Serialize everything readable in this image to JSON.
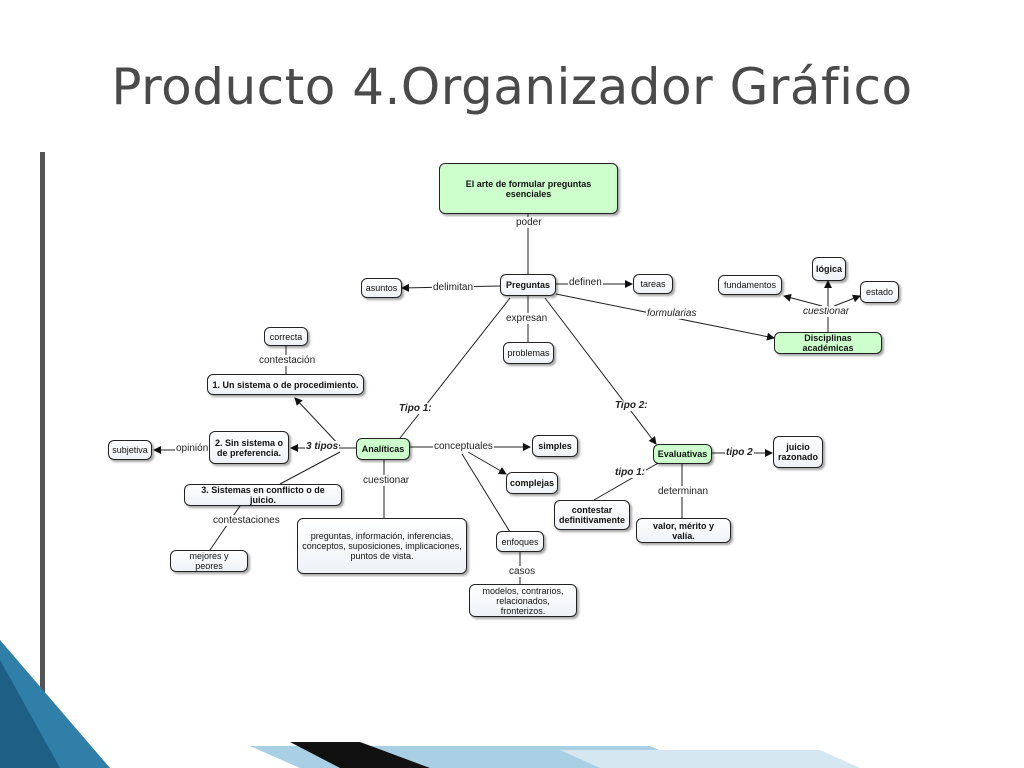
{
  "slide": {
    "title": "Producto 4.Organizador Gráfico"
  },
  "concept_map": {
    "nodes": {
      "root": "El arte de formular preguntas esenciales",
      "preguntas": "Preguntas",
      "asuntos": "asuntos",
      "tareas": "tareas",
      "problemas": "problemas",
      "disciplinas": "Disciplinas académicas",
      "fundamentos": "fundamentos",
      "logica": "lógica",
      "estado": "estado",
      "correcta": "correcta",
      "sistema1": "1. Un sistema o de  procedimiento.",
      "sistema2": "2. Sin sistema o de preferencia.",
      "sistema3": "3. Sistemas en conflicto o de juicio.",
      "subjetiva": "subjetiva",
      "mejores": "mejores y peores",
      "analiticas": "Analíticas",
      "simples": "simples",
      "complejas": "complejas",
      "enfoques": "enfoques",
      "modelos": "modelos, contrarios, relacionados, fronterizos.",
      "preguntas_info": "preguntas, información, inferencias, conceptos, suposiciones, implicaciones, puntos de vista.",
      "evaluativas": "Evaluativas",
      "juicio": "juicio razonado",
      "contestar": "contestar definitivamente",
      "valor": "valor, mérito y valía."
    },
    "links": {
      "poder": "poder",
      "delimitan": "delimitan",
      "definen": "definen",
      "expresan": "expresan",
      "formularias": "formularias",
      "cuestionar_top": "cuestionar",
      "contestacion": "contestación",
      "opinion": "opinión",
      "tres_tipos": "3 tipos",
      "contestaciones": "contestaciones",
      "tipo1": "Tipo 1:",
      "tipo2": "Tipo 2:",
      "conceptuales": "conceptuales",
      "cuestionar": "cuestionar",
      "casos": "casos",
      "tipo2_small": "tipo 2",
      "tipo1_small": "tipo 1:",
      "determinan": "determinan"
    }
  }
}
